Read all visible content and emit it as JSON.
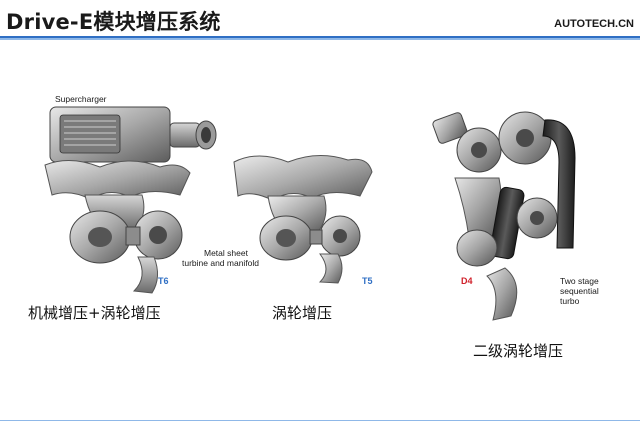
{
  "header": {
    "title": "Drive-E模块增压系统",
    "brand": "AUTOTECH.CN",
    "accent_color": "#2f6fc4"
  },
  "engines": [
    {
      "tag": "T6",
      "tag_color": "#2f6fc4",
      "caption": "机械增压+涡轮增压",
      "callout": "Supercharger"
    },
    {
      "tag": "T5",
      "tag_color": "#2f6fc4",
      "caption": "涡轮增压",
      "callout_line1": "Metal sheet",
      "callout_line2": "turbine and manifold"
    },
    {
      "tag": "D4",
      "tag_color": "#d0202a",
      "caption": "二级涡轮增压",
      "callout_line1": "Two stage",
      "callout_line2": "sequential",
      "callout_line3": "turbo"
    }
  ]
}
